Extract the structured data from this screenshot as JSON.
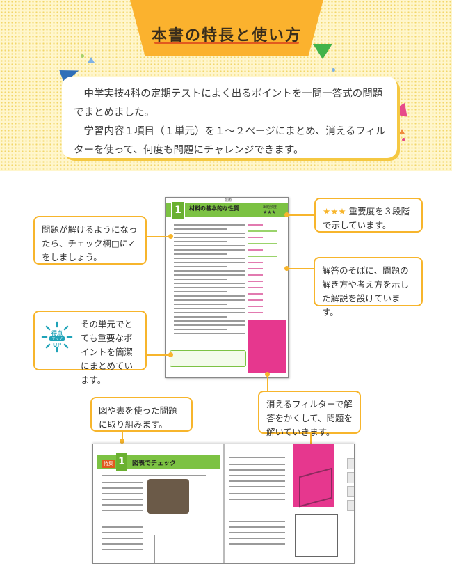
{
  "header": {
    "title": "本書の特長と使い方"
  },
  "intro": {
    "lines": [
      "　中学実技4科の定期テストによく出るポイントを一問一答式の問題でまとめました。",
      "　学習内容１項目（１単元）を１〜２ページにまとめ、消えるフィルターを使って、何度も問題にチャレンジできます。"
    ]
  },
  "callouts": {
    "check": "問題が解けるようになったら、チェック欄□に✓をしましょう。",
    "importance_stars": "★★★",
    "importance": " 重要度を３段階で示しています。",
    "explanation": "解答のそばに、問題の解き方や考え方を示した解説を設けています。",
    "point": "その単元でとても重要なポイントを簡潔にまとめています。",
    "filter": "消えるフィルターで解答をかくして、問題を解いていきます。",
    "figure": "図や表を使った問題に取り組みます。"
  },
  "point_badge": {
    "top": "得点",
    "mid": "アップ",
    "bottom": "UP"
  },
  "sample_page": {
    "section": "技術",
    "number": "1",
    "title": "材料の基本的な性質",
    "importance_label": "出題頻度",
    "stars": "★★★"
  },
  "sample_book": {
    "tag": "特集",
    "number": "1",
    "title": "図表でチェック"
  },
  "colors": {
    "accent": "#fbb22e",
    "green": "#7cc243",
    "pink": "#e6378e",
    "band": "#fff6cc"
  }
}
